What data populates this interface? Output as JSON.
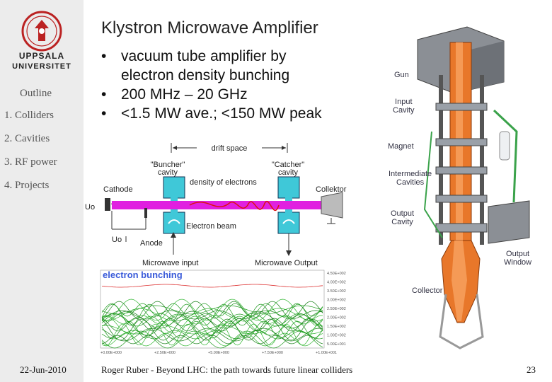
{
  "sidebar": {
    "university_line1": "UPPSALA",
    "university_line2": "UNIVERSITET",
    "outline_title": "Outline",
    "items": [
      "1. Colliders",
      "2. Cavities",
      "3. RF power",
      "4. Projects"
    ]
  },
  "slide": {
    "title": "Klystron Microwave Amplifier",
    "bullets": [
      "vacuum tube amplifier by",
      "electron density bunching",
      "200 MHz – 20 GHz",
      "<1.5 MW ave.; <150 MW peak"
    ]
  },
  "diagram": {
    "drift_space": "drift space",
    "buncher_label_1": "\"Buncher\"",
    "buncher_label_2": "cavity",
    "catcher_label_1": "\"Catcher\"",
    "catcher_label_2": "cavity",
    "density": "density of electrons",
    "cathode": "Cathode",
    "collector": "Collektor",
    "u0": "Uo",
    "electron_beam": "Electron beam",
    "anode": "Anode",
    "microwave_input": "Microwave input",
    "microwave_output": "Microwave Output"
  },
  "simulation": {
    "title": "electron bunching",
    "y_ticks": [
      "4.50E+002",
      "4.00E+002",
      "3.50E+002",
      "3.00E+002",
      "2.50E+002",
      "2.00E+002",
      "1.50E+002",
      "1.00E+002",
      "5.00E+001"
    ],
    "x_ticks": [
      "+0.00E+000",
      "+2.50E+000",
      "+5.00E+000",
      "+7.50E+000",
      "+1.00E+001"
    ]
  },
  "klystron": {
    "labels": {
      "gun": "Gun",
      "input_cavity_1": "Input",
      "input_cavity_2": "Cavity",
      "magnet": "Magnet",
      "intermediate_1": "Intermediate",
      "intermediate_2": "Cavities",
      "output_cavity_1": "Output",
      "output_cavity_2": "Cavity",
      "output_window_1": "Output",
      "output_window_2": "Window",
      "collector": "Collector"
    }
  },
  "footer": {
    "date": "22-Jun-2010",
    "text": "Roger Ruber - Beyond LHC: the path towards future linear colliders",
    "page": "23"
  },
  "colors": {
    "beam": "#e020e0",
    "cavity": "#3fc8d8",
    "klystron_body": "#e8772a",
    "sidebar_bg": "#ececec",
    "bunching_trace": "#1f9a1f"
  }
}
